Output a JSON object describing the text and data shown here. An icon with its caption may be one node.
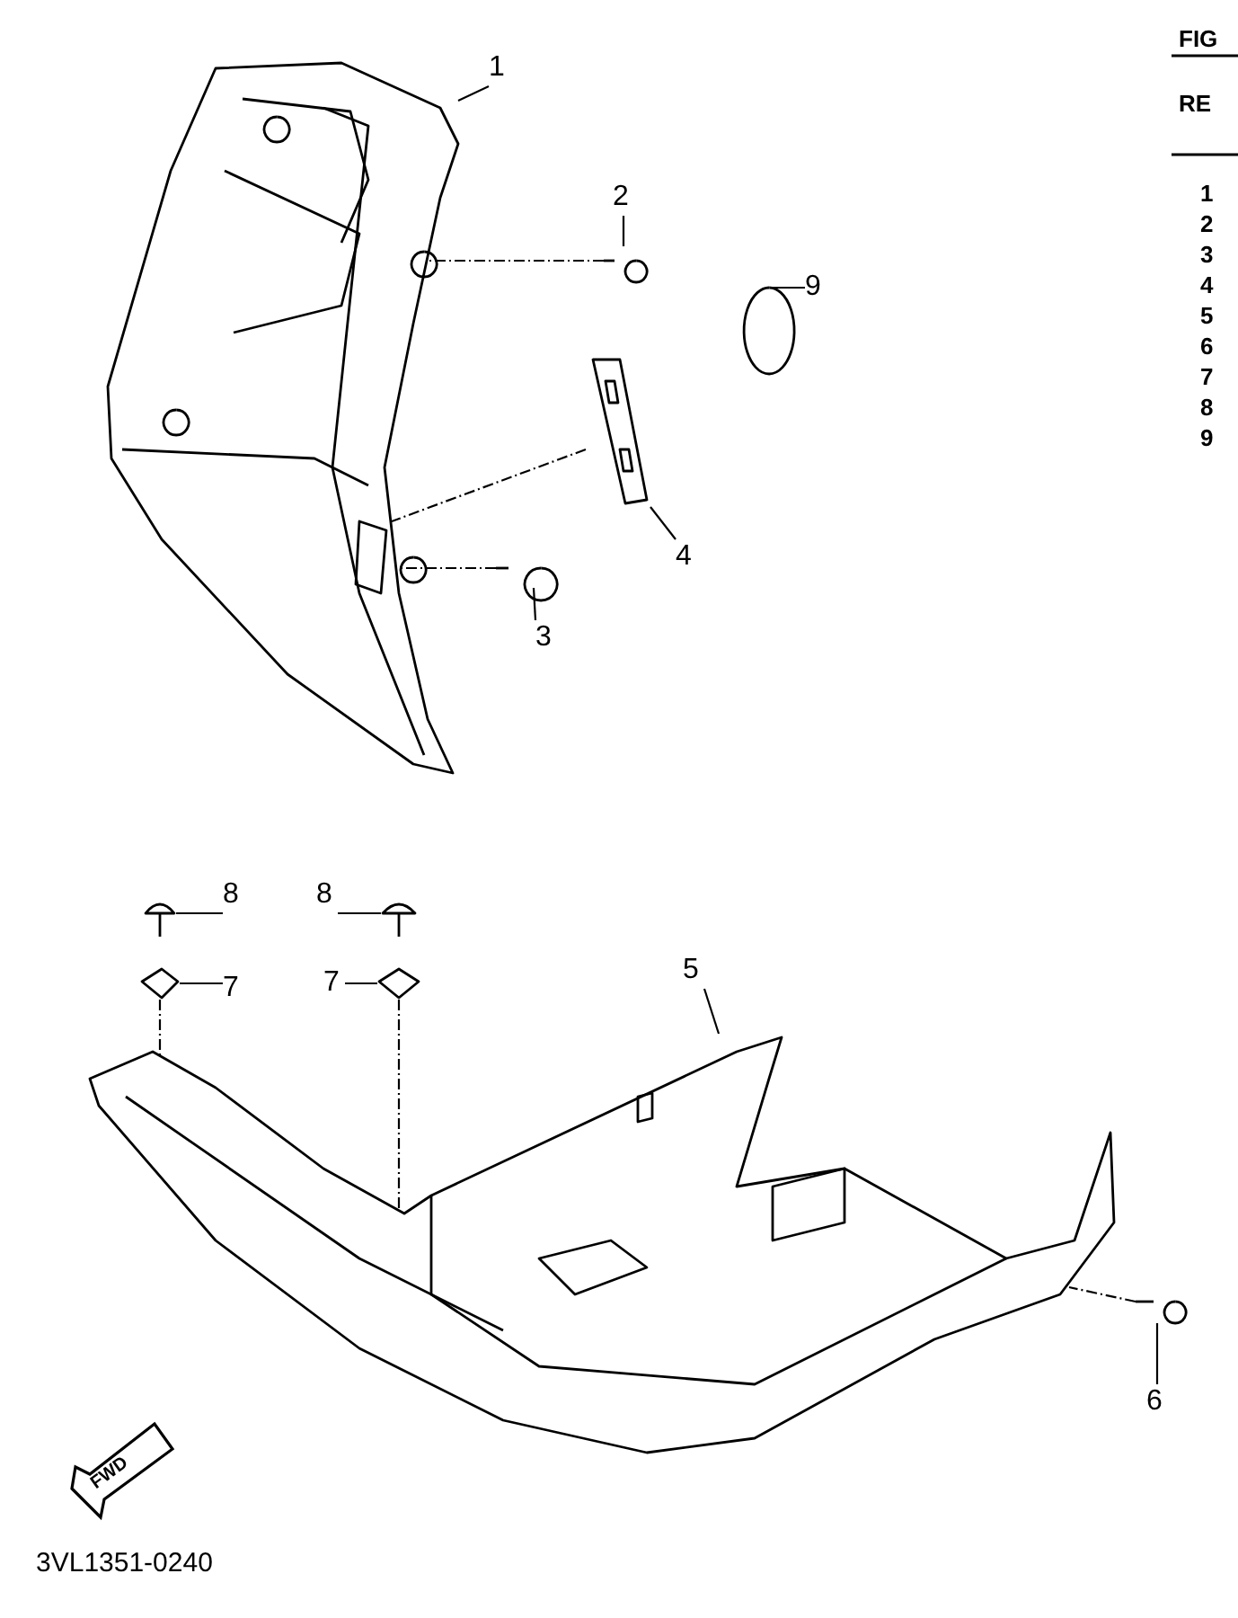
{
  "diagram": {
    "nodes": [
      {
        "text": [
          "1"
        ]
      },
      {
        "text": [
          "2"
        ]
      },
      {
        "text": [
          "9"
        ]
      },
      {
        "text": [
          "4"
        ]
      },
      {
        "text": [
          "3"
        ]
      },
      {
        "text": [
          "5"
        ]
      },
      {
        "text": [
          "8"
        ]
      },
      {
        "text": [
          "7"
        ]
      },
      {
        "text": [
          "8"
        ]
      },
      {
        "text": [
          "7"
        ]
      },
      {
        "text": [
          "6"
        ]
      },
      {
        "text": [],
        "shape": "picture"
      },
      {
        "text": [],
        "shape": "picture"
      },
      {
        "text": [],
        "shape": "picture"
      },
      {
        "text": [],
        "shape": "picture"
      },
      {
        "text": [],
        "shape": "picture"
      },
      {
        "text": [],
        "shape": "picture"
      },
      {
        "text": [],
        "shape": "picture"
      },
      {
        "text": [],
        "shape": "picture"
      },
      {
        "text": [],
        "shape": "picture"
      },
      {
        "text": [],
        "shape": "picture"
      },
      {
        "text": [],
        "shape": "picture"
      }
    ],
    "edges": [
      {
        "from": 0,
        "to": 11,
        "arrow": "none"
      },
      {
        "from": 1,
        "to": 12,
        "arrow": "none"
      },
      {
        "from": 2,
        "to": 13,
        "arrow": "none"
      },
      {
        "from": 3,
        "to": 14,
        "arrow": "none"
      },
      {
        "from": 4,
        "to": 15,
        "arrow": "none"
      },
      {
        "from": 5,
        "to": 16,
        "arrow": "none"
      },
      {
        "from": 6,
        "to": 17,
        "arrow": "none"
      },
      {
        "from": 7,
        "to": 18,
        "arrow": "none"
      },
      {
        "from": 8,
        "to": 19,
        "arrow": "none"
      },
      {
        "from": 9,
        "to": 20,
        "arrow": "none"
      },
      {
        "from": 10,
        "to": 21,
        "arrow": "none"
      },
      {
        "from": 12,
        "to": 11,
        "arrow": "none",
        "style": "dashed"
      },
      {
        "from": 14,
        "to": 11,
        "arrow": "none",
        "style": "dashed"
      },
      {
        "from": 15,
        "to": 11,
        "arrow": "none",
        "style": "dashed"
      },
      {
        "from": 18,
        "to": 16,
        "arrow": "none",
        "style": "dashed"
      },
      {
        "from": 20,
        "to": 16,
        "arrow": "none",
        "style": "dashed"
      },
      {
        "from": 21,
        "to": 16,
        "arrow": "none",
        "style": "dashed"
      }
    ],
    "labels": [
      "FIG",
      "RE",
      "1",
      "2",
      "3",
      "4",
      "5",
      "6",
      "7",
      "8",
      "9",
      "FWD",
      "3VL1351-0240"
    ]
  }
}
